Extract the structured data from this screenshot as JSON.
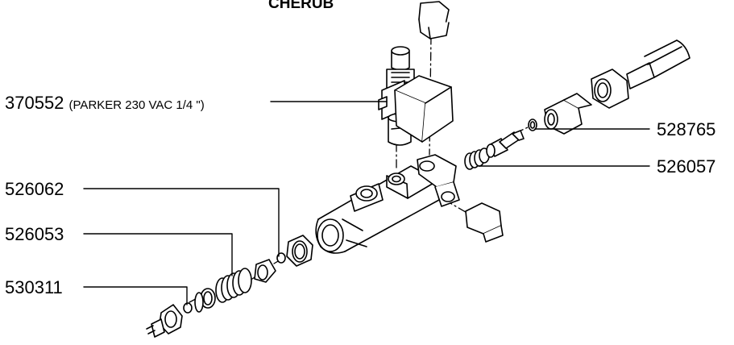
{
  "title": "CHERUB",
  "labels": {
    "solenoid": {
      "part": "370552",
      "note": "(PARKER 230 VAC 1/4 \")"
    },
    "p528765": "528765",
    "p526057": "526057",
    "p526062": "526062",
    "p526053": "526053",
    "p530311": "530311"
  }
}
